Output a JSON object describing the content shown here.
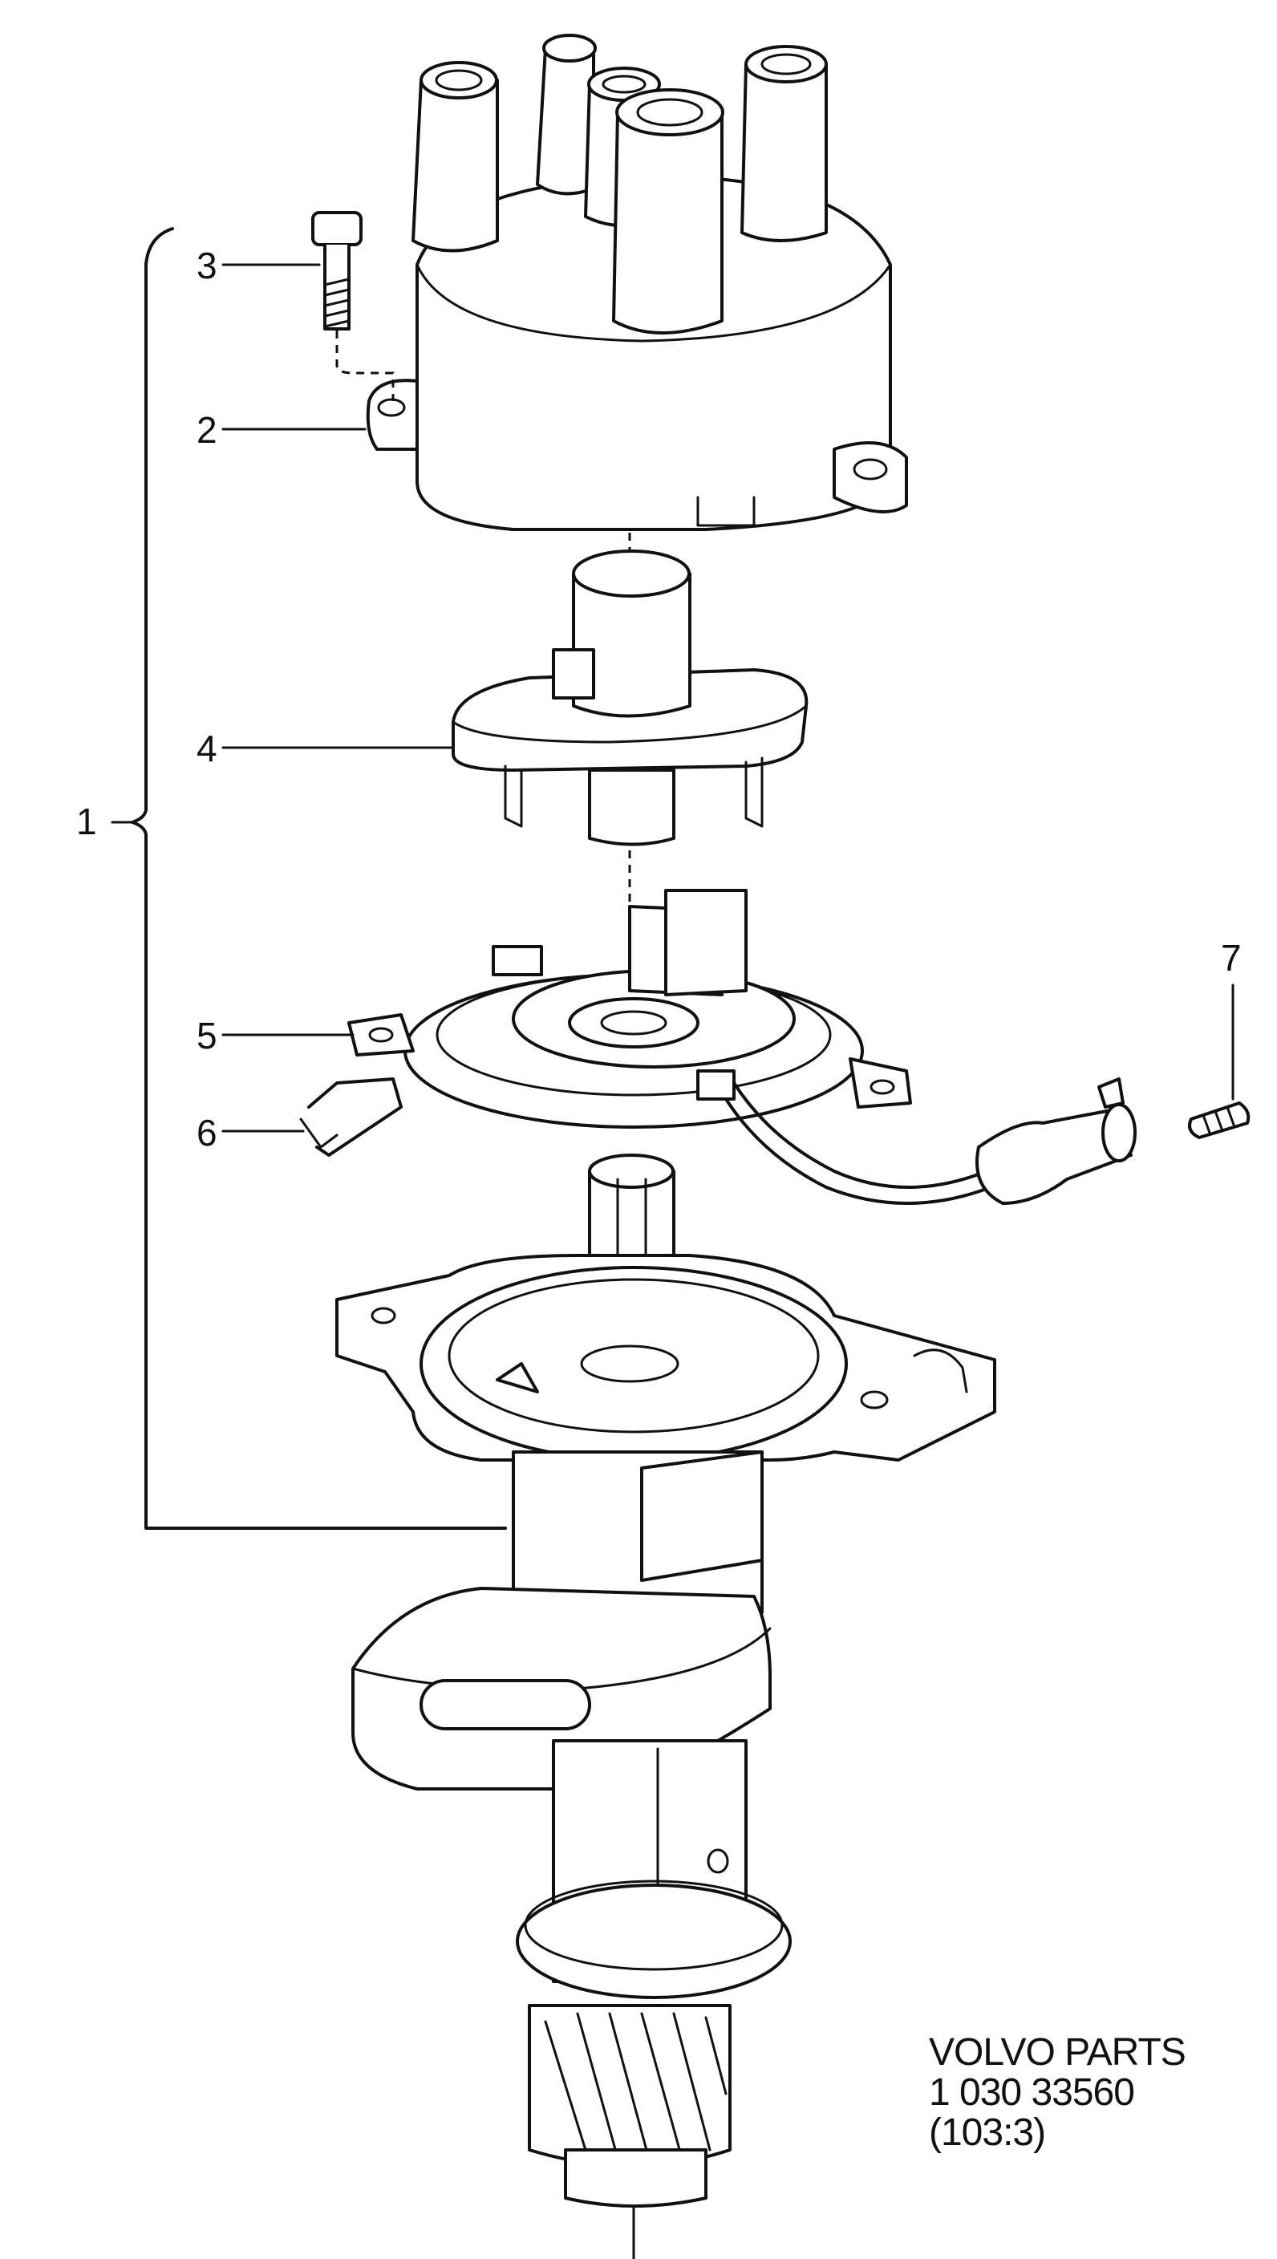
{
  "callouts": [
    {
      "id": "1",
      "label": "1"
    },
    {
      "id": "2",
      "label": "2"
    },
    {
      "id": "3",
      "label": "3"
    },
    {
      "id": "4",
      "label": "4"
    },
    {
      "id": "5",
      "label": "5"
    },
    {
      "id": "6",
      "label": "6"
    },
    {
      "id": "7",
      "label": "7"
    }
  ],
  "footer": {
    "brand": "VOLVO PARTS",
    "part_number": "1 030 33560",
    "ref": "(103:3)"
  }
}
